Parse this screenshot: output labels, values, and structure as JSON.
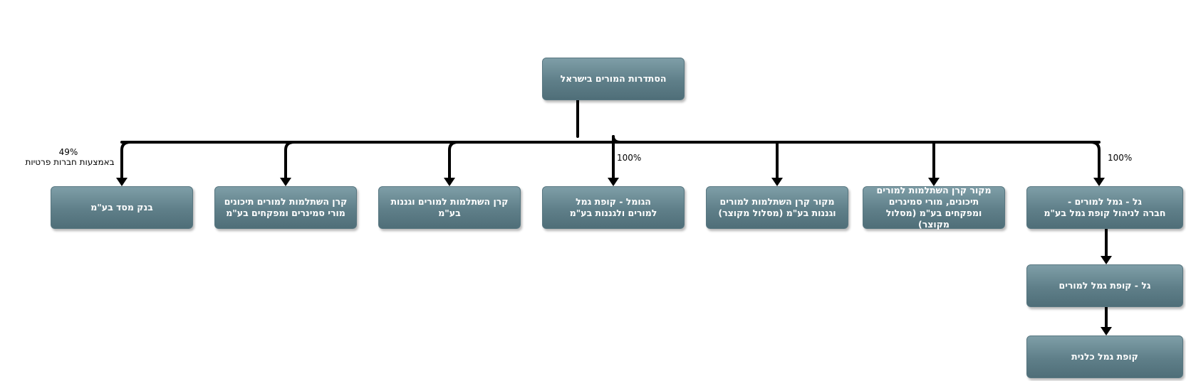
{
  "nodes": {
    "root": "הסתדרות המורים בישראל",
    "bank": "בנק מסד בע\"מ",
    "fund_high_school": "קרן השתלמות למורים תיכונים\nמורי סמינרים ומפקחים בע\"מ",
    "fund_kindergarten": "קרן השתלמות למורים וגננות בע\"מ",
    "hagomel": "הגומל - קופת גמל\nלמורים ולגננות בע\"מ",
    "makor_kindergarten": "מקור קרן השתלמות למורים\nוגננות בע\"מ (מסלול מקוצר)",
    "makor_high_school": "מקור קרן השתלמות למורים\nתיכונים, מורי סמינרים\nומפקחים בע\"מ (מסלול מקוצר)",
    "gal_company": "גל - גמל למורים -\nחברה לניהול קופת גמל בע\"מ",
    "gal_fund": "גל - קופת גמל למורים",
    "general_fund": "קופת גמל כלנית"
  },
  "edge_labels": {
    "bank_percent": "49%",
    "bank_note": "באמצעות חברות פרטיות",
    "hagomel_percent": "100%",
    "gal_percent": "100%"
  }
}
